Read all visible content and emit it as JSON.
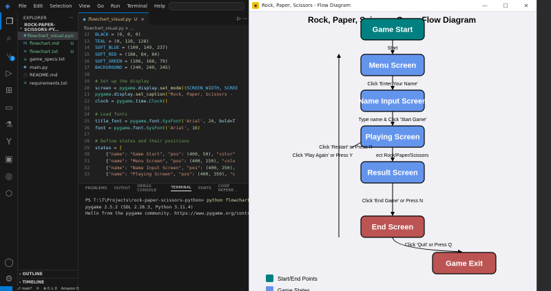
{
  "titlebar": {
    "menus": [
      "File",
      "Edit",
      "Selection",
      "View",
      "Go",
      "Run",
      "Terminal",
      "Help"
    ]
  },
  "activity_icons": [
    "files-icon",
    "search-icon",
    "source-control-icon",
    "run-debug-icon",
    "extensions-icon",
    "remote-explorer-icon",
    "testing-icon",
    "git-icon",
    "docker-icon",
    "github-icon",
    "amazon-q-icon",
    "accounts-icon"
  ],
  "explorer": {
    "title": "EXPLORER",
    "folder": "ROCK-PAPER-SCISSORS-PY...",
    "files": [
      {
        "name": "flowchart_visual.py",
        "status": "U",
        "icon": "python-file-icon"
      },
      {
        "name": "flowchart.md",
        "status": "U",
        "icon": "markdown-file-icon"
      },
      {
        "name": "flowchart.txt",
        "status": "U",
        "icon": "text-file-icon"
      },
      {
        "name": "game_specs.txt",
        "status": "",
        "icon": "text-file-icon"
      },
      {
        "name": "main.py",
        "status": "",
        "icon": "python-file-icon"
      },
      {
        "name": "README.md",
        "status": "",
        "icon": "info-file-icon"
      },
      {
        "name": "requirements.txt",
        "status": "",
        "icon": "text-file-icon"
      }
    ],
    "outline": "OUTLINE",
    "timeline": "TIMELINE"
  },
  "editor": {
    "tab": "flowchart_visual.py",
    "tab_status": "U",
    "breadcrumb": "flowchart_visual.py > ...",
    "lines": [
      {
        "n": "12",
        "parts": [
          [
            "k-c",
            "BLACK"
          ],
          [
            "src",
            " = ("
          ],
          [
            "k-n",
            "0"
          ],
          [
            "src",
            ", "
          ],
          [
            "k-n",
            "0"
          ],
          [
            "src",
            ", "
          ],
          [
            "k-n",
            "0"
          ],
          [
            "src",
            ")"
          ]
        ]
      },
      {
        "n": "13",
        "parts": [
          [
            "k-c",
            "TEAL"
          ],
          [
            "src",
            " = ("
          ],
          [
            "k-n",
            "0"
          ],
          [
            "src",
            ", "
          ],
          [
            "k-n",
            "128"
          ],
          [
            "src",
            ", "
          ],
          [
            "k-n",
            "128"
          ],
          [
            "src",
            ")"
          ]
        ]
      },
      {
        "n": "14",
        "parts": [
          [
            "k-c",
            "SOFT_BLUE"
          ],
          [
            "src",
            " = ("
          ],
          [
            "k-n",
            "100"
          ],
          [
            "src",
            ", "
          ],
          [
            "k-n",
            "149"
          ],
          [
            "src",
            ", "
          ],
          [
            "k-n",
            "237"
          ],
          [
            "src",
            ")"
          ]
        ]
      },
      {
        "n": "15",
        "parts": [
          [
            "k-c",
            "SOFT_RED"
          ],
          [
            "src",
            " = ("
          ],
          [
            "k-n",
            "188"
          ],
          [
            "src",
            ", "
          ],
          [
            "k-n",
            "84"
          ],
          [
            "src",
            ", "
          ],
          [
            "k-n",
            "84"
          ],
          [
            "src",
            ")"
          ]
        ]
      },
      {
        "n": "16",
        "parts": [
          [
            "k-c",
            "SOFT_GREEN"
          ],
          [
            "src",
            " = ("
          ],
          [
            "k-n",
            "106"
          ],
          [
            "src",
            ", "
          ],
          [
            "k-n",
            "168"
          ],
          [
            "src",
            ", "
          ],
          [
            "k-n",
            "79"
          ],
          [
            "src",
            ")"
          ]
        ]
      },
      {
        "n": "17",
        "parts": [
          [
            "k-c",
            "BACKGROUND"
          ],
          [
            "src",
            " = ("
          ],
          [
            "k-n",
            "240"
          ],
          [
            "src",
            ", "
          ],
          [
            "k-n",
            "240"
          ],
          [
            "src",
            ", "
          ],
          [
            "k-n",
            "245"
          ],
          [
            "src",
            ")"
          ]
        ]
      },
      {
        "n": "18",
        "parts": []
      },
      {
        "n": "19",
        "parts": [
          [
            "k-cm",
            "# Set up the display"
          ]
        ]
      },
      {
        "n": "20",
        "parts": [
          [
            "k-v",
            "screen"
          ],
          [
            "src",
            " = "
          ],
          [
            "k-t",
            "pygame"
          ],
          [
            "src",
            "."
          ],
          [
            "k-v",
            "display"
          ],
          [
            "src",
            "."
          ],
          [
            "k-f",
            "set_mode"
          ],
          [
            "k-p",
            "(("
          ],
          [
            "k-c",
            "SCREEN_WIDTH"
          ],
          [
            "src",
            ", "
          ],
          [
            "k-c",
            "SCREE"
          ]
        ]
      },
      {
        "n": "21",
        "parts": [
          [
            "k-t",
            "pygame"
          ],
          [
            "src",
            "."
          ],
          [
            "k-v",
            "display"
          ],
          [
            "src",
            "."
          ],
          [
            "k-f",
            "set_caption"
          ],
          [
            "k-p",
            "("
          ],
          [
            "k-s",
            "\"Rock, Paper, Scissors -"
          ]
        ]
      },
      {
        "n": "22",
        "parts": [
          [
            "k-v",
            "clock"
          ],
          [
            "src",
            " = "
          ],
          [
            "k-t",
            "pygame"
          ],
          [
            "src",
            "."
          ],
          [
            "k-v",
            "time"
          ],
          [
            "src",
            "."
          ],
          [
            "k-t",
            "Clock"
          ],
          [
            "k-p",
            "()"
          ]
        ]
      },
      {
        "n": "23",
        "parts": []
      },
      {
        "n": "24",
        "parts": [
          [
            "k-cm",
            "# Load fonts"
          ]
        ]
      },
      {
        "n": "25",
        "parts": [
          [
            "k-v",
            "title_font"
          ],
          [
            "src",
            " = "
          ],
          [
            "k-t",
            "pygame"
          ],
          [
            "src",
            "."
          ],
          [
            "k-v",
            "font"
          ],
          [
            "src",
            "."
          ],
          [
            "k-t",
            "SysFont"
          ],
          [
            "k-p",
            "("
          ],
          [
            "k-s",
            "'Arial'"
          ],
          [
            "src",
            ", "
          ],
          [
            "k-n",
            "24"
          ],
          [
            "src",
            ", "
          ],
          [
            "k-v",
            "bold"
          ],
          [
            "src",
            "=T"
          ]
        ]
      },
      {
        "n": "26",
        "parts": [
          [
            "k-v",
            "font"
          ],
          [
            "src",
            " = "
          ],
          [
            "k-t",
            "pygame"
          ],
          [
            "src",
            "."
          ],
          [
            "k-v",
            "font"
          ],
          [
            "src",
            "."
          ],
          [
            "k-t",
            "SysFont"
          ],
          [
            "k-p",
            "("
          ],
          [
            "k-s",
            "'Arial'"
          ],
          [
            "src",
            ", "
          ],
          [
            "k-n",
            "16"
          ],
          [
            "k-p",
            ")"
          ]
        ]
      },
      {
        "n": "27",
        "parts": []
      },
      {
        "n": "28",
        "parts": [
          [
            "k-cm",
            "# Define states and their positions"
          ]
        ]
      },
      {
        "n": "29",
        "parts": [
          [
            "k-v",
            "states"
          ],
          [
            "src",
            " = "
          ],
          [
            "k-p",
            "["
          ]
        ]
      },
      {
        "n": "30",
        "parts": [
          [
            "src",
            "    {"
          ],
          [
            "k-s",
            "\"name\""
          ],
          [
            "src",
            ": "
          ],
          [
            "k-s",
            "\"Game Start\""
          ],
          [
            "src",
            ", "
          ],
          [
            "k-s",
            "\"pos\""
          ],
          [
            "src",
            ": ("
          ],
          [
            "k-n",
            "400"
          ],
          [
            "src",
            ", "
          ],
          [
            "k-n",
            "50"
          ],
          [
            "src",
            "), "
          ],
          [
            "k-s",
            "\"color\""
          ]
        ]
      },
      {
        "n": "31",
        "parts": [
          [
            "src",
            "    {"
          ],
          [
            "k-s",
            "\"name\""
          ],
          [
            "src",
            ": "
          ],
          [
            "k-s",
            "\"Menu Screen\""
          ],
          [
            "src",
            ", "
          ],
          [
            "k-s",
            "\"pos\""
          ],
          [
            "src",
            ": ("
          ],
          [
            "k-n",
            "400"
          ],
          [
            "src",
            ", "
          ],
          [
            "k-n",
            "150"
          ],
          [
            "src",
            "), "
          ],
          [
            "k-s",
            "\"colo"
          ]
        ]
      },
      {
        "n": "32",
        "parts": [
          [
            "src",
            "    {"
          ],
          [
            "k-s",
            "\"name\""
          ],
          [
            "src",
            ": "
          ],
          [
            "k-s",
            "\"Name Input Screen\""
          ],
          [
            "src",
            ", "
          ],
          [
            "k-s",
            "\"pos\""
          ],
          [
            "src",
            ": ("
          ],
          [
            "k-n",
            "400"
          ],
          [
            "src",
            ", "
          ],
          [
            "k-n",
            "250"
          ],
          [
            "src",
            "),"
          ]
        ]
      },
      {
        "n": "33",
        "parts": [
          [
            "src",
            "    {"
          ],
          [
            "k-s",
            "\"name\""
          ],
          [
            "src",
            ": "
          ],
          [
            "k-s",
            "\"Playing Screen\""
          ],
          [
            "src",
            ", "
          ],
          [
            "k-s",
            "\"pos\""
          ],
          [
            "src",
            ": ("
          ],
          [
            "k-n",
            "400"
          ],
          [
            "src",
            ", "
          ],
          [
            "k-n",
            "350"
          ],
          [
            "src",
            "), "
          ],
          [
            "k-s",
            "\"c"
          ]
        ]
      }
    ]
  },
  "panel": {
    "tabs": [
      "PROBLEMS",
      "OUTPUT",
      "DEBUG CONSOLE",
      "TERMINAL",
      "PORTS",
      "CODE REFERE..."
    ],
    "active_tab": "TERMINAL",
    "prompt": "PS T:\\T\\Projects\\rock-paper-scissors-python> ",
    "command": "python flowchart_v",
    "out1": "pygame 2.5.2 (SDL 2.28.3, Python 3.11.4)",
    "out2": "Hello from the pygame community. https://www.pygame.org/contri"
  },
  "statusbar": {
    "branch": "main*",
    "sync": "⟳",
    "errors": "⊗ 0 ⚠ 0",
    "amazon": "Amazon Q"
  },
  "pygame_window": {
    "title": "Rock, Paper, Scissors - Flow Diagram",
    "heading": "Rock, Paper, Scissors Game Flow Diagram",
    "colors": {
      "teal": "#008080",
      "soft_blue": "#6495ed",
      "soft_red": "#bc5454",
      "black": "#000000",
      "background": "#f0f0f5"
    },
    "states": [
      {
        "name": "Game Start",
        "kind": "teal"
      },
      {
        "name": "Menu Screen",
        "kind": "soft_blue"
      },
      {
        "name": "Name Input Screen",
        "kind": "soft_blue"
      },
      {
        "name": "Playing Screen",
        "kind": "soft_blue"
      },
      {
        "name": "Result Screen",
        "kind": "soft_blue"
      },
      {
        "name": "End Screen",
        "kind": "soft_red"
      },
      {
        "name": "Game Exit",
        "kind": "soft_red"
      }
    ],
    "transitions": [
      "Start",
      "Click 'Enter Your Name'",
      "Type name & Click 'Start Game'",
      "Click 'Play Again' or Press Y",
      "ect Rock/Paper/Scissors",
      "Click 'End Game' or Press N",
      "Click 'Quit' or Press Q",
      "Click 'Restart' or Press R"
    ],
    "legend": [
      {
        "label": "Start/End Points",
        "kind": "teal"
      },
      {
        "label": "Game States",
        "kind": "soft_blue"
      }
    ]
  }
}
